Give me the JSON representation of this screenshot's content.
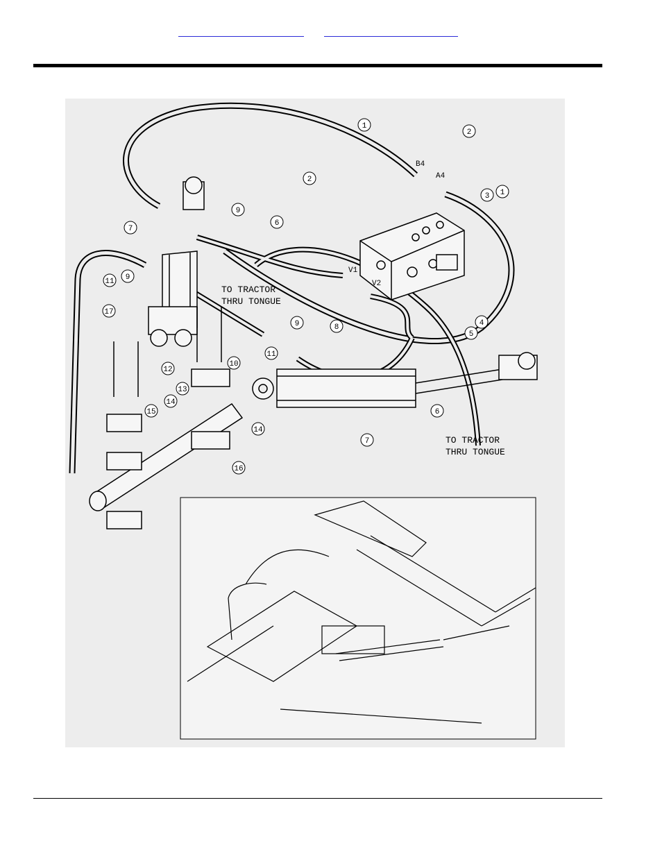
{
  "header": {
    "links": [
      "",
      ""
    ]
  },
  "figure": {
    "callouts": {
      "c1a": "1",
      "c2a": "2",
      "c2b": "2",
      "c3": "3",
      "c1b": "1",
      "c9a": "9",
      "c7a": "7",
      "c6a": "6",
      "c9b": "9",
      "c11a": "11",
      "c17": "17",
      "c8": "8",
      "c4": "4",
      "c5": "5",
      "c9c": "9",
      "c11b": "11",
      "c12": "12",
      "c10": "10",
      "c13": "13",
      "c14a": "14",
      "c15": "15",
      "c14b": "14",
      "c16": "16",
      "c7b": "7",
      "c6b": "6"
    },
    "port_labels": {
      "b4": "B4",
      "a4": "A4",
      "v1": "V1",
      "v2": "V2"
    },
    "notes": {
      "note1_line1": "TO TRACTOR",
      "note1_line2": "THRU TONGUE",
      "note2_line1": "TO TRACTOR",
      "note2_line2": "THRU TONGUE"
    }
  }
}
